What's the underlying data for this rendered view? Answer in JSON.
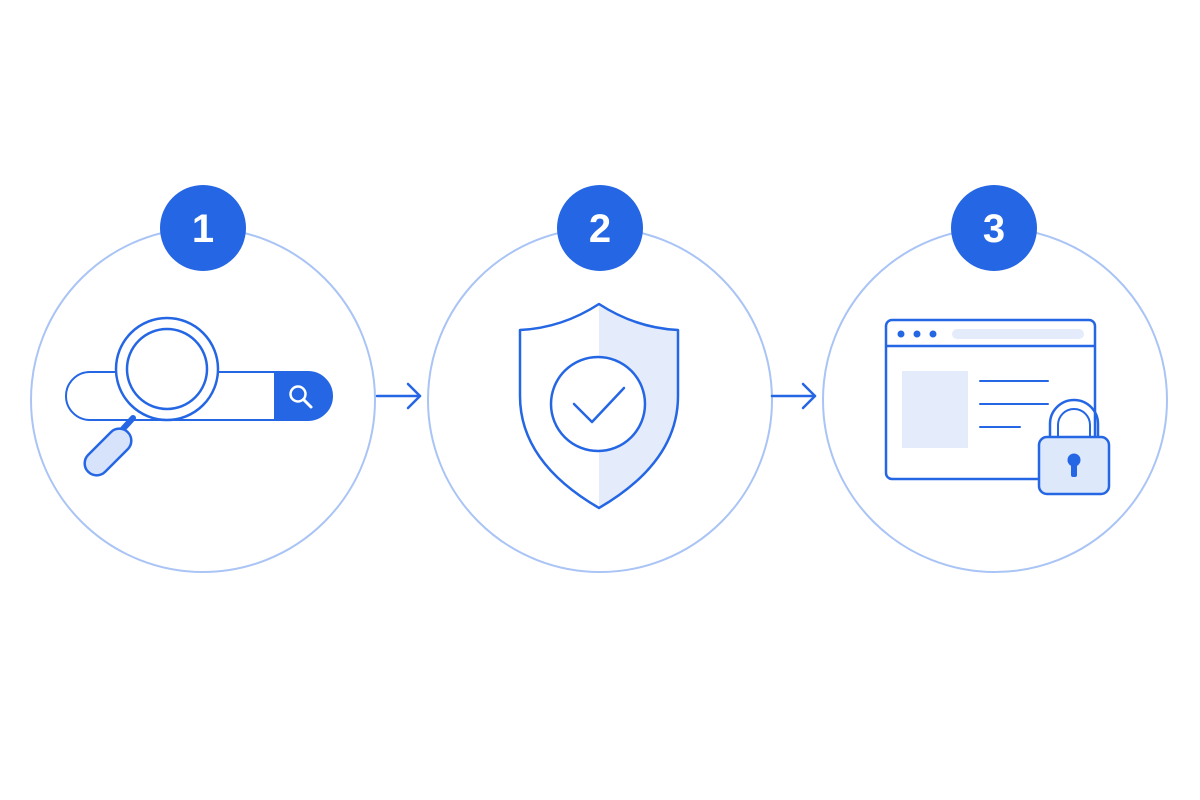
{
  "colors": {
    "accent": "#2466e3",
    "ring": "#a9c4f5",
    "tint": "#e4ecfc",
    "background": "#ffffff"
  },
  "steps": [
    {
      "number": "1",
      "icon": "search-bar-magnifier-icon"
    },
    {
      "number": "2",
      "icon": "shield-check-icon"
    },
    {
      "number": "3",
      "icon": "secure-browser-lock-icon"
    }
  ],
  "connectors": [
    {
      "icon": "arrow-right-icon"
    },
    {
      "icon": "arrow-right-icon"
    }
  ]
}
